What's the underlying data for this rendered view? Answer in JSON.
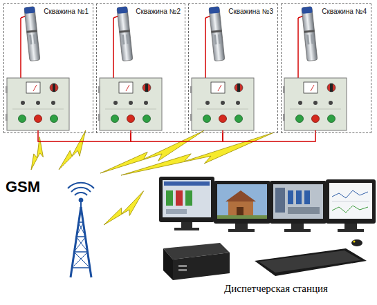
{
  "diagram": {
    "nodes": [
      {
        "text": [
          "Скважина №1"
        ]
      },
      {
        "text": [
          "Скважина №2"
        ]
      },
      {
        "text": [
          "Скважина №3"
        ]
      },
      {
        "text": [
          "Скважина №4"
        ]
      }
    ],
    "edges": [
      {
        "from": 0,
        "to": 1,
        "arrow": "none"
      },
      {
        "from": 1,
        "to": 2,
        "arrow": "none"
      },
      {
        "from": 2,
        "to": 3,
        "arrow": "none"
      }
    ],
    "labels": [
      "GSM",
      "Диспетчерская станция"
    ]
  }
}
